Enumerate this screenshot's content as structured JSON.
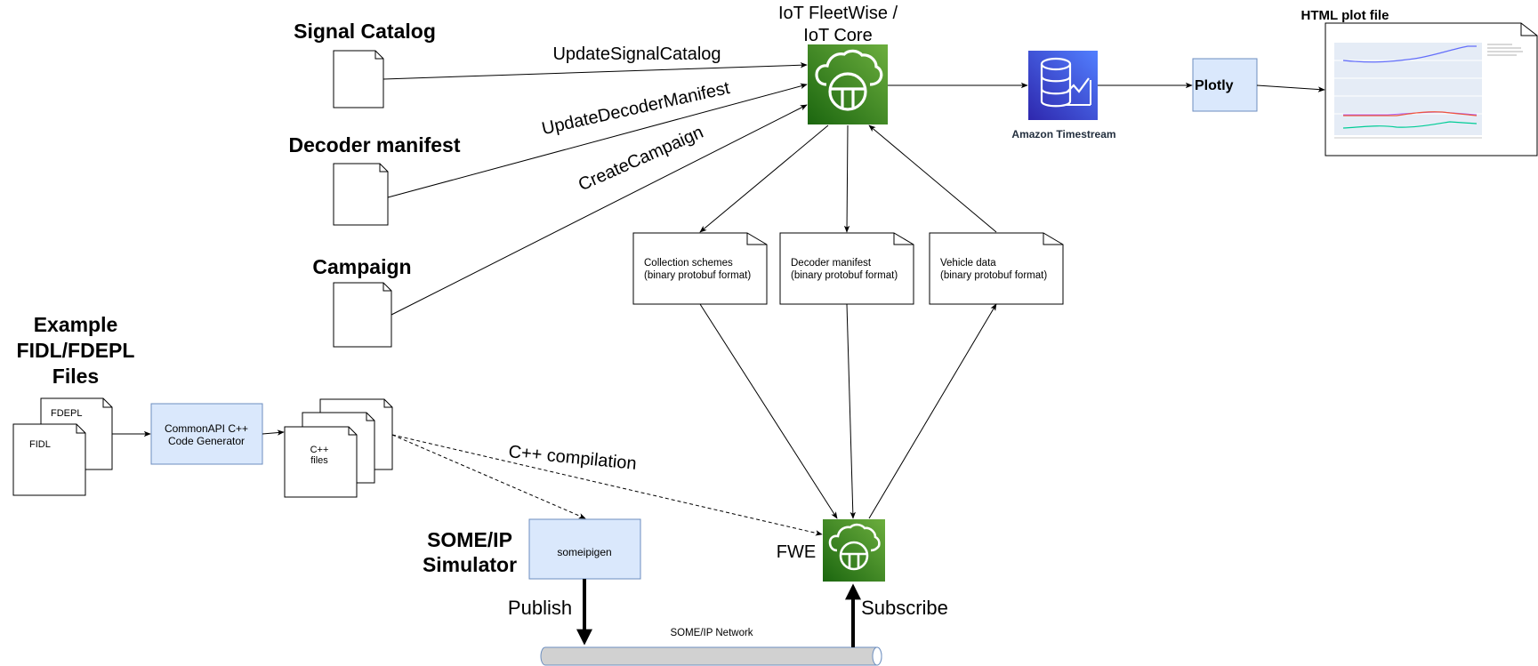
{
  "labels": {
    "signal_catalog": "Signal Catalog",
    "decoder_manifest": "Decoder manifest",
    "campaign": "Campaign",
    "example_files_l1": "Example",
    "example_files_l2": "FIDL/FDEPL",
    "example_files_l3": "Files",
    "someip_sim_l1": "SOME/IP",
    "someip_sim_l2": "Simulator",
    "iot_title_l1": "IoT FleetWise /",
    "iot_title_l2": "IoT Core",
    "fwe": "FWE",
    "timestream": "Amazon Timestream",
    "plotly": "Plotly",
    "html_plot_file": "HTML plot file",
    "fdepl": "FDEPL",
    "fidl": "FIDL",
    "codegen_l1": "CommonAPI C++",
    "codegen_l2": "Code Generator",
    "cpp_files_l1": "C++",
    "cpp_files_l2": "files",
    "someipigen": "someipigen",
    "someip_network": "SOME/IP Network",
    "collection_schemes_l1": "Collection schemes",
    "collection_schemes_l2": "(binary protobuf format)",
    "decoder_doc_l1": "Decoder manifest",
    "decoder_doc_l2": "(binary protobuf format)",
    "vehicle_data_l1": "Vehicle data",
    "vehicle_data_l2": "(binary protobuf format)"
  },
  "edges": {
    "update_signal_catalog": "UpdateSignalCatalog",
    "update_decoder_manifest": "UpdateDecoderManifest",
    "create_campaign": "CreateCampaign",
    "cpp_compilation": "C++ compilation",
    "publish": "Publish",
    "subscribe": "Subscribe"
  },
  "colors": {
    "aws_green_dark": "#1b660f",
    "aws_green_light": "#6cae3e",
    "timestream_dark": "#2e27ad",
    "timestream_light": "#527fff",
    "box_fill": "#dae8fc",
    "box_stroke": "#6c8ebf",
    "pipe_fill": "#d1d1d1"
  },
  "icons": {
    "iot": "iot-fleetwise-icon",
    "fwe": "fwe-fleetwise-icon",
    "timestream": "timestream-database-icon"
  }
}
